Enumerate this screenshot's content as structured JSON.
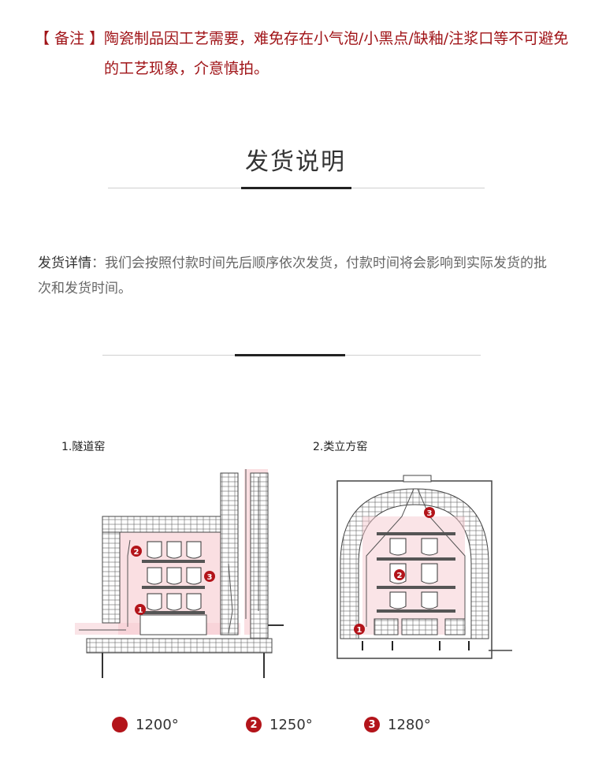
{
  "note": {
    "tag": "【 备注 】",
    "text": "陶瓷制品因工艺需要，难免存在小气泡/小黑点/缺釉/注浆口等不可避免的工艺现象，介意慎拍。"
  },
  "shipping": {
    "title": "发货说明",
    "label": "发货详情",
    "text": "：我们会按照付款时间先后顺序依次发货，付款时间将会影响到实际发货的批次和发货时间。"
  },
  "diagrams": {
    "left_label": "1.隧道窑",
    "right_label": "2.类立方窑",
    "markers": [
      "1",
      "2",
      "3"
    ]
  },
  "legend": [
    {
      "marker": "",
      "temp": "1200°"
    },
    {
      "marker": "2",
      "temp": "1250°"
    },
    {
      "marker": "3",
      "temp": "1280°"
    }
  ],
  "colors": {
    "accent": "#a01418",
    "marker": "#b3141a",
    "heat": "#f6c9cf"
  }
}
